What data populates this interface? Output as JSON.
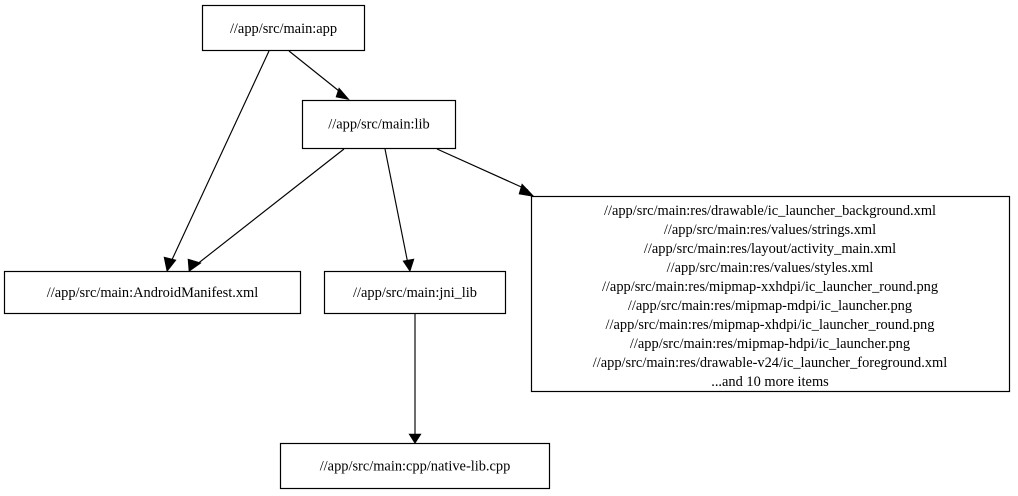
{
  "diagram": {
    "type": "dependency-graph",
    "title": "",
    "background_color": "#ffffff",
    "node_fill": "#ffffff",
    "node_stroke": "#000000",
    "edge_color": "#000000",
    "nodes": [
      {
        "id": "app",
        "label": "//app/src/main:app"
      },
      {
        "id": "lib",
        "label": "//app/src/main:lib"
      },
      {
        "id": "manifest",
        "label": "//app/src/main:AndroidManifest.xml"
      },
      {
        "id": "jni",
        "label": "//app/src/main:jni_lib"
      },
      {
        "id": "cpp",
        "label": "//app/src/main:cpp/native-lib.cpp"
      },
      {
        "id": "res",
        "lines": [
          "//app/src/main:res/drawable/ic_launcher_background.xml",
          "//app/src/main:res/values/strings.xml",
          "//app/src/main:res/layout/activity_main.xml",
          "//app/src/main:res/values/styles.xml",
          "//app/src/main:res/mipmap-xxhdpi/ic_launcher_round.png",
          "//app/src/main:res/mipmap-mdpi/ic_launcher.png",
          "//app/src/main:res/mipmap-xhdpi/ic_launcher_round.png",
          "//app/src/main:res/mipmap-hdpi/ic_launcher.png",
          "//app/src/main:res/drawable-v24/ic_launcher_foreground.xml",
          "...and 10 more items"
        ]
      }
    ],
    "edges": [
      {
        "from": "app",
        "to": "lib"
      },
      {
        "from": "app",
        "to": "manifest"
      },
      {
        "from": "lib",
        "to": "manifest"
      },
      {
        "from": "lib",
        "to": "jni"
      },
      {
        "from": "lib",
        "to": "res"
      },
      {
        "from": "jni",
        "to": "cpp"
      }
    ]
  }
}
